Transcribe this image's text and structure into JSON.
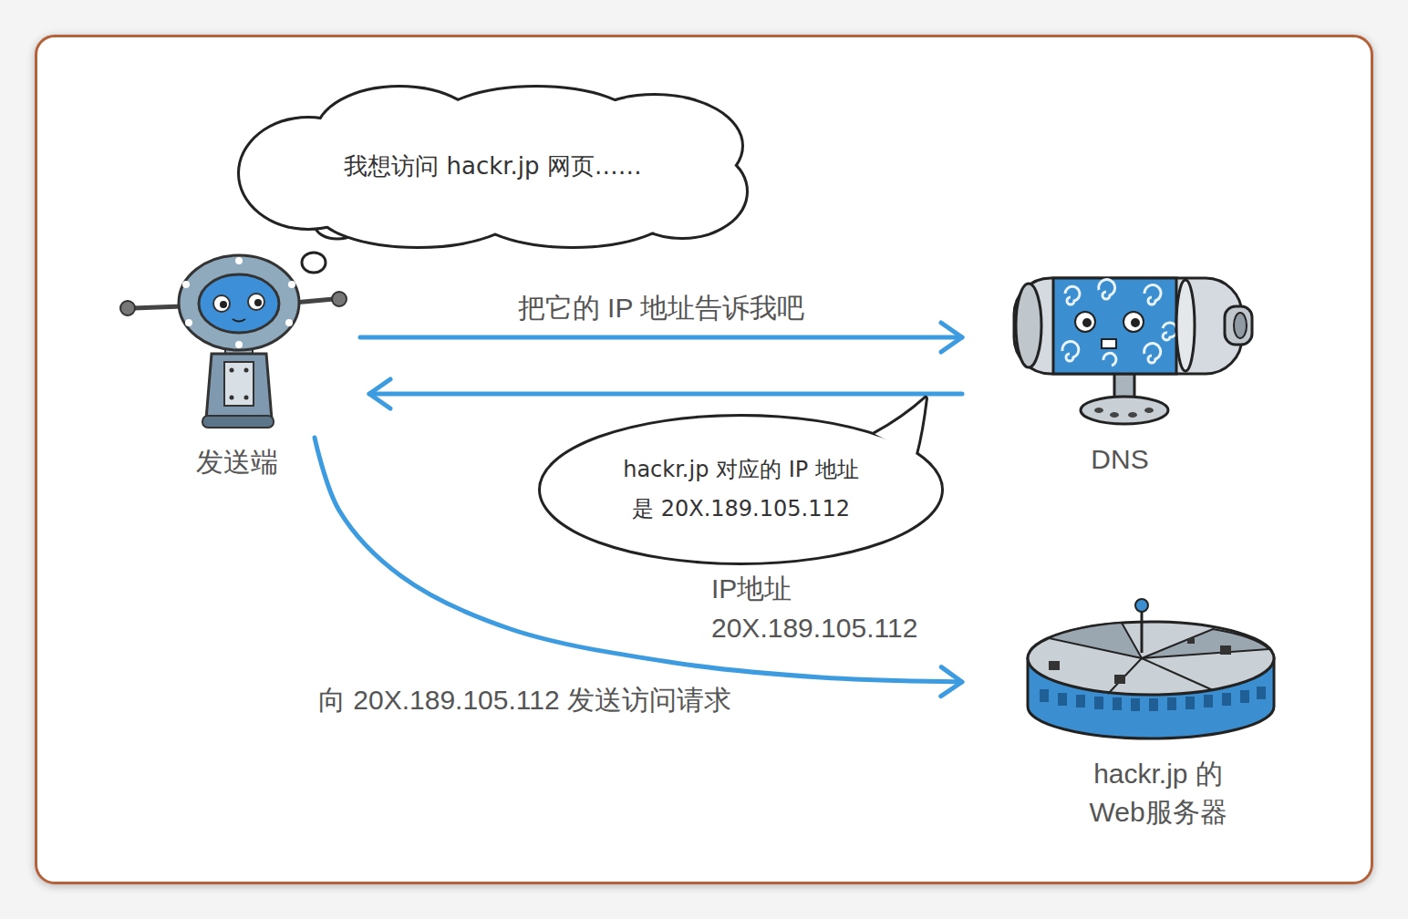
{
  "diagram": {
    "nodes": [
      {
        "text": [
          "我想访问 hackr.jp 网页……"
        ]
      },
      {
        "text": [
          "发送端"
        ]
      },
      {
        "text": [
          "DNS"
        ]
      },
      {
        "text": [
          "hackr.jp 对应的 IP 地址 是 20X.189.105.112"
        ]
      },
      {
        "text": [
          "hackr.jp 的 Web服务器"
        ]
      }
    ],
    "edges": [
      {
        "from": 1,
        "to": 2,
        "arrow": "to",
        "label": "把它的 IP 地址告诉我吧"
      },
      {
        "from": 2,
        "to": 1,
        "arrow": "to"
      },
      {
        "from": 1,
        "to": 4,
        "arrow": "to",
        "label": "向 20X.189.105.112 发送访问请求"
      }
    ],
    "labels": [
      "IP地址",
      "20X.189.105.112"
    ]
  }
}
